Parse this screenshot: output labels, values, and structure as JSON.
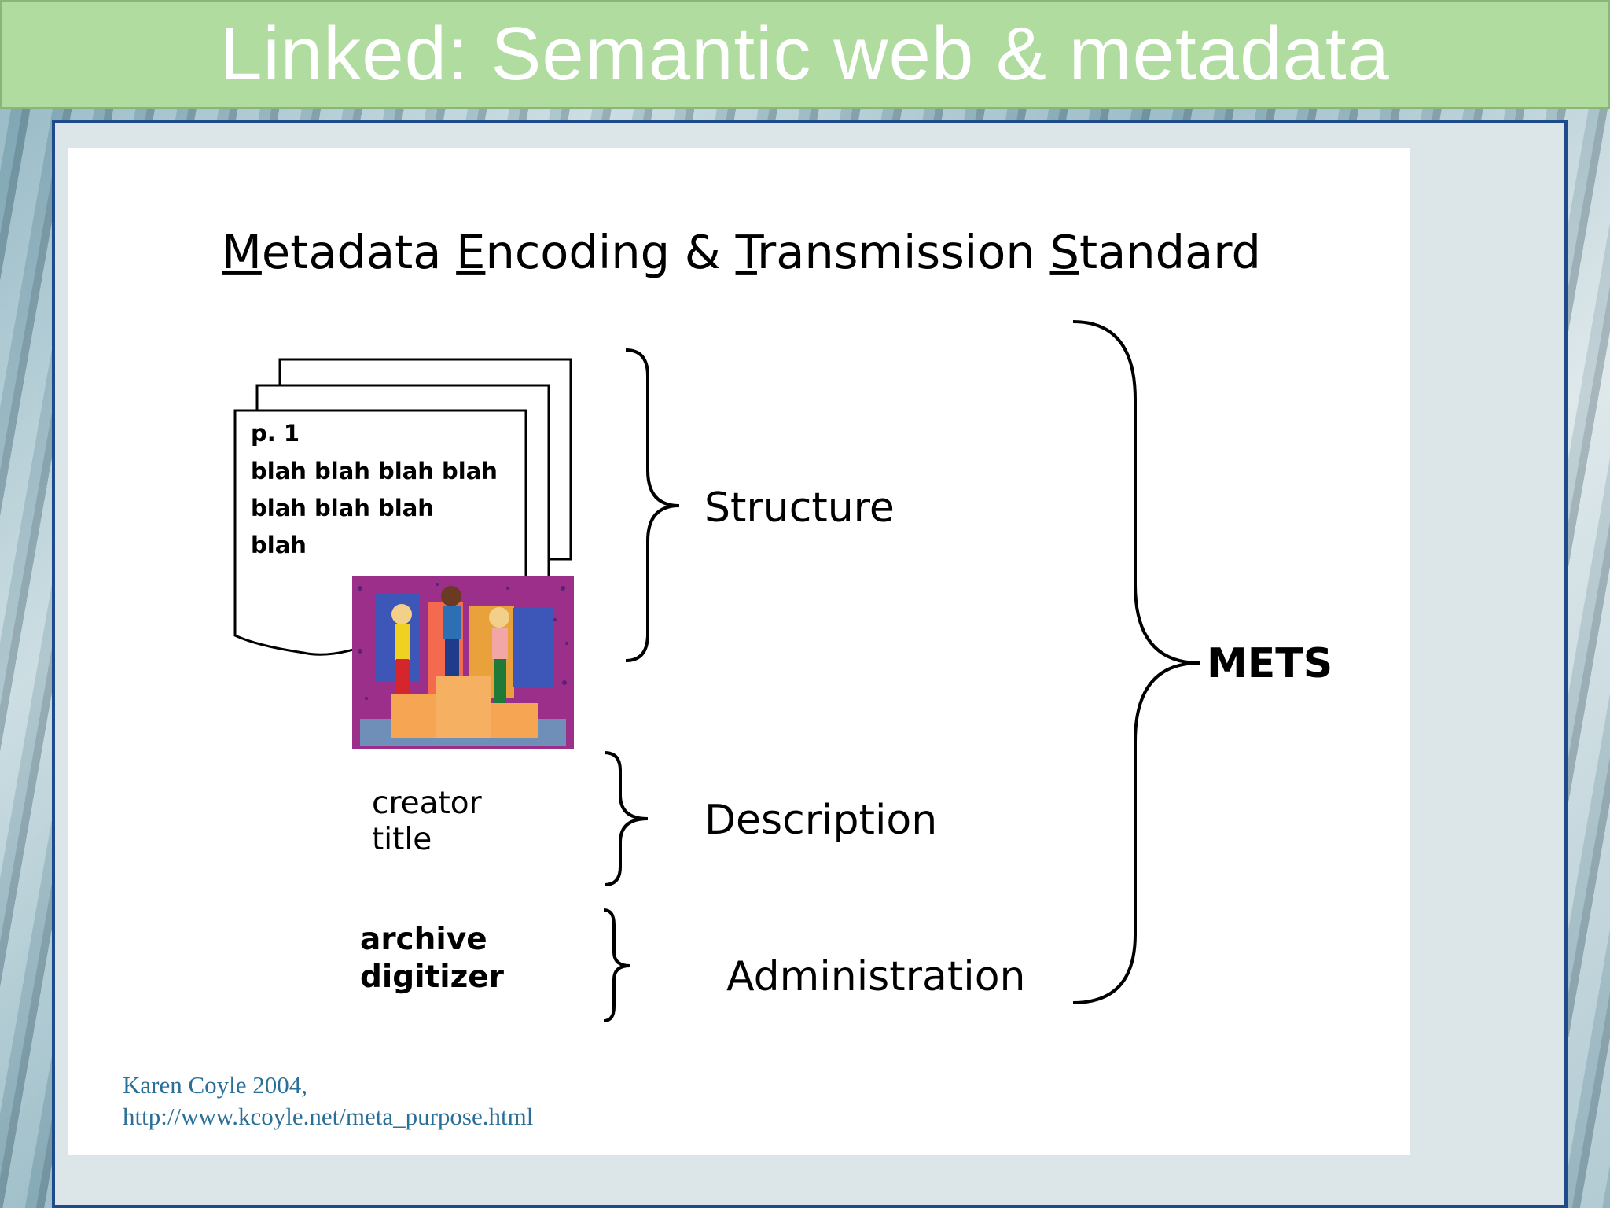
{
  "slide": {
    "title": "Linked: Semantic web & metadata"
  },
  "diagram": {
    "heading": {
      "parts": [
        {
          "initial": "M",
          "rest": "etadata "
        },
        {
          "initial": "E",
          "rest": "ncoding & "
        },
        {
          "initial": "T",
          "rest": "ransmission "
        },
        {
          "initial": "S",
          "rest": "tandard"
        }
      ]
    },
    "document": {
      "lines": [
        "p. 1",
        "blah blah blah blah",
        "blah blah blah",
        "blah"
      ]
    },
    "clipart_name": "people-on-podium-clipart",
    "description_fields": [
      "creator",
      "title"
    ],
    "administration_fields": [
      "archive",
      "digitizer"
    ],
    "labels": {
      "structure": "Structure",
      "description": "Description",
      "administration": "Administration",
      "mets": "METS"
    }
  },
  "citation": {
    "author": "Karen Coyle 2004,",
    "url": "http://www.kcoyle.net/meta_purpose.html"
  },
  "colors": {
    "title_bar": "#b0dca0",
    "frame_border": "#1f4a8c",
    "citation_text": "#2a6f98",
    "clipart_bg": "#9c2f8a"
  }
}
